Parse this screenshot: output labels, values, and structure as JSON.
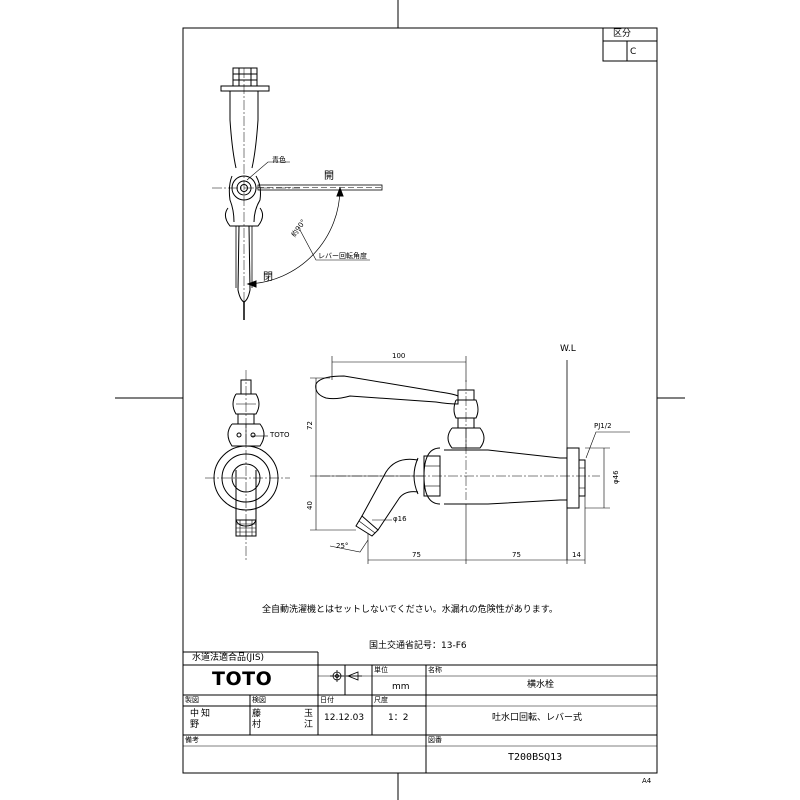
{
  "sheet": {
    "size_mark": "A4",
    "class_label": "区分",
    "class_value": "C"
  },
  "top_view": {
    "color_label": "青色",
    "open_label": "開",
    "closed_label": "閉",
    "angle_value": "約90°",
    "angle_note": "レバー回転角度"
  },
  "front_view": {
    "brand_mark": "TOTO"
  },
  "side_view": {
    "wl_label": "W.L",
    "thread_label": "PJ1/2",
    "dim_length": "100",
    "dim_height": "72",
    "dim_drop": "40",
    "dim_spout_dia": "φ16",
    "dim_angle": "25°",
    "dim_x1": "75",
    "dim_x2": "75",
    "dim_flange": "14",
    "dim_body_dia": "φ46"
  },
  "notes": {
    "caution": "全自動洗濯機とはセットしないでください。水漏れの危険性があります。",
    "approval": "国土交通省記号：13-F6"
  },
  "title_block": {
    "water_law": "水道法適合品(JIS)",
    "logo": "TOTO",
    "unit_label": "単位",
    "unit_value": "mm",
    "name_label": "名称",
    "name_value": "横水栓",
    "made_label": "製図",
    "check_label": "検図",
    "made_name_1": "中",
    "made_name_2": "野",
    "made_name_3": "知",
    "check_name_1": "藤",
    "check_name_2": "村",
    "check_name_3": "玉",
    "check_name_4": "江",
    "date_label": "日付",
    "date_value": "12.12.03",
    "scale_label": "尺度",
    "scale_value": "1：2",
    "feature": "吐水口回転、レバー式",
    "remarks_label": "備考",
    "drawing_no_label": "図番",
    "drawing_no": "T200BSQ13"
  }
}
